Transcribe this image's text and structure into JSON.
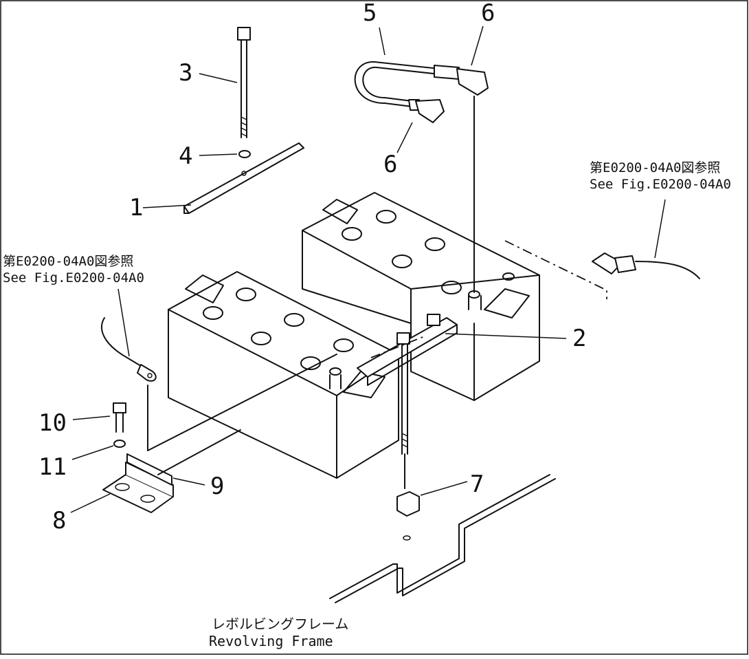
{
  "diagram": {
    "callouts": [
      "1",
      "2",
      "3",
      "4",
      "5",
      "6",
      "6",
      "7",
      "8",
      "9",
      "10",
      "11"
    ],
    "references": {
      "right": {
        "ja": "第E0200-04A0図参照",
        "en": "See Fig.E0200-04A0"
      },
      "left": {
        "ja": "第E0200-04A0図参照",
        "en": "See Fig.E0200-04A0"
      }
    },
    "frame_label": {
      "ja": "レボルビングフレーム",
      "en": "Revolving Frame"
    }
  }
}
